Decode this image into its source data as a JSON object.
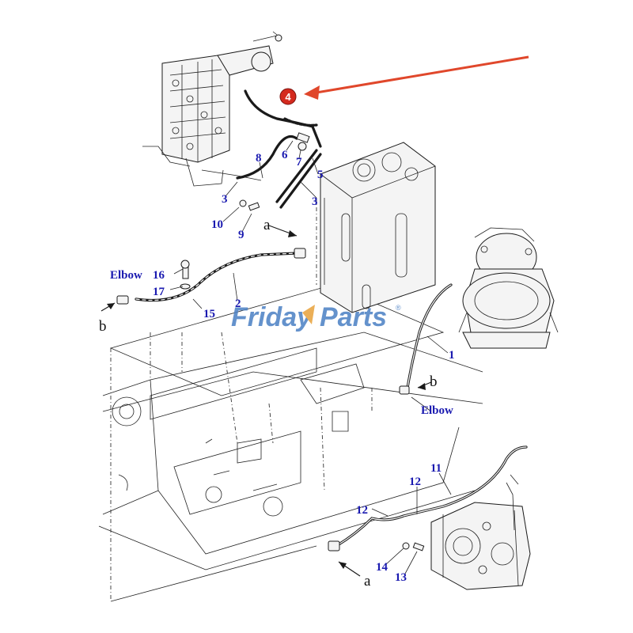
{
  "diagram": {
    "callouts": {
      "c1": "1",
      "c2": "2",
      "c3a": "3",
      "c3b": "3",
      "c5": "5",
      "c6": "6",
      "c7": "7",
      "c8": "8",
      "c9": "9",
      "c10": "10",
      "c11": "11",
      "c12a": "12",
      "c12b": "12",
      "c13": "13",
      "c14": "14",
      "c15": "15",
      "c16": "16",
      "c17": "17",
      "elbow_left": "Elbow",
      "elbow_right": "Elbow"
    },
    "highlight": {
      "label": "4",
      "color": "#d42a1e"
    },
    "arrow_color": "#e0472b",
    "letters": {
      "a_top": "a",
      "a_bottom": "a",
      "b_left": "b",
      "b_right": "b"
    },
    "watermark": {
      "part1": "Friday",
      "part2": "Parts",
      "mark": "®",
      "color_main": "#4a7fc4",
      "color_accent": "#e8a23a"
    },
    "colors": {
      "callout": "#1a1ab0",
      "line": "#1a1a1a"
    }
  }
}
